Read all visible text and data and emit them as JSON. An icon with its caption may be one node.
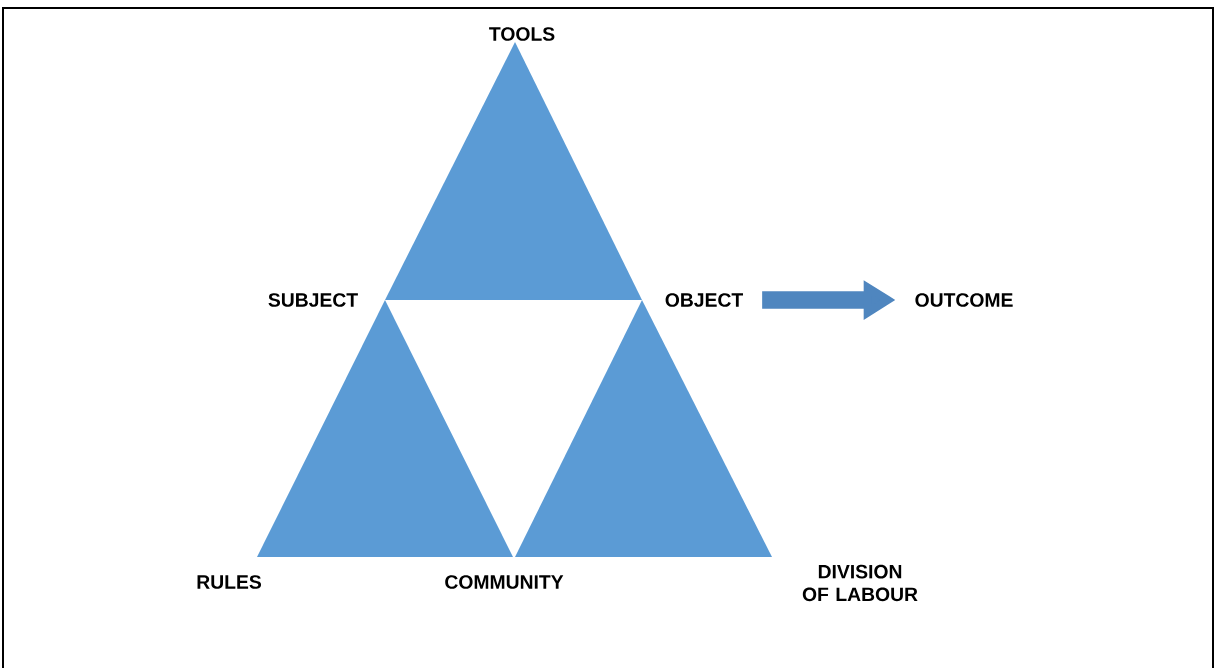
{
  "diagram": {
    "nodes": [
      {
        "text": [
          "OBJECT"
        ]
      },
      {
        "text": [
          "OUTCOME"
        ]
      }
    ],
    "edges": [
      {
        "from": 0,
        "to": 1,
        "arrow": "to"
      }
    ],
    "labels": [
      "TOOLS",
      "SUBJECT",
      "RULES",
      "COMMUNITY",
      "DIVISION OF LABOUR"
    ]
  }
}
